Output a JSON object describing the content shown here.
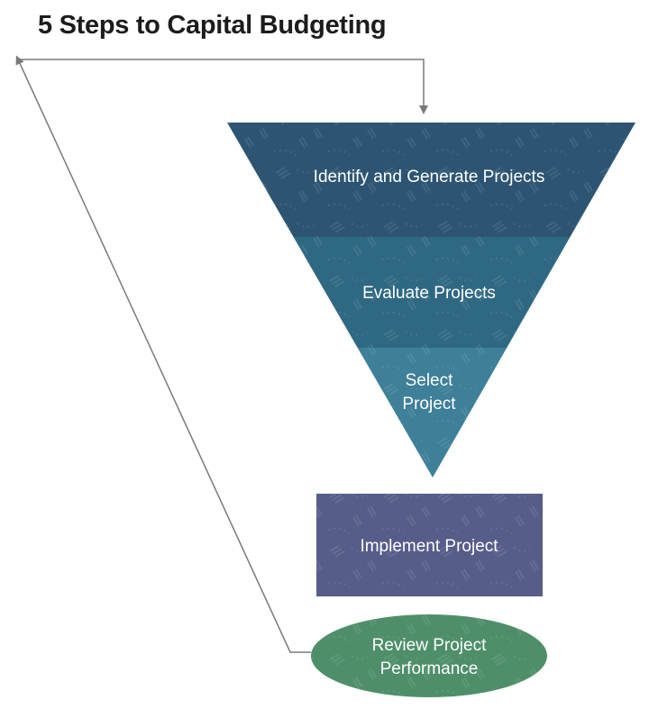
{
  "title": "5 Steps to Capital Budgeting",
  "steps": [
    {
      "label": "Identify and Generate Projects",
      "color": "#2d5573"
    },
    {
      "label": "Evaluate Projects",
      "color": "#2f6883"
    },
    {
      "label_line1": "Select",
      "label_line2": "Project",
      "color": "#3e7f99"
    },
    {
      "label": "Implement Project",
      "color": "#575d89"
    },
    {
      "label_line1": "Review Project",
      "label_line2": "Performance",
      "color": "#4e8f6a"
    }
  ],
  "colors": {
    "arrow": "#7a7a7a",
    "title": "#1c1c1c",
    "texture": "#ffffff"
  }
}
